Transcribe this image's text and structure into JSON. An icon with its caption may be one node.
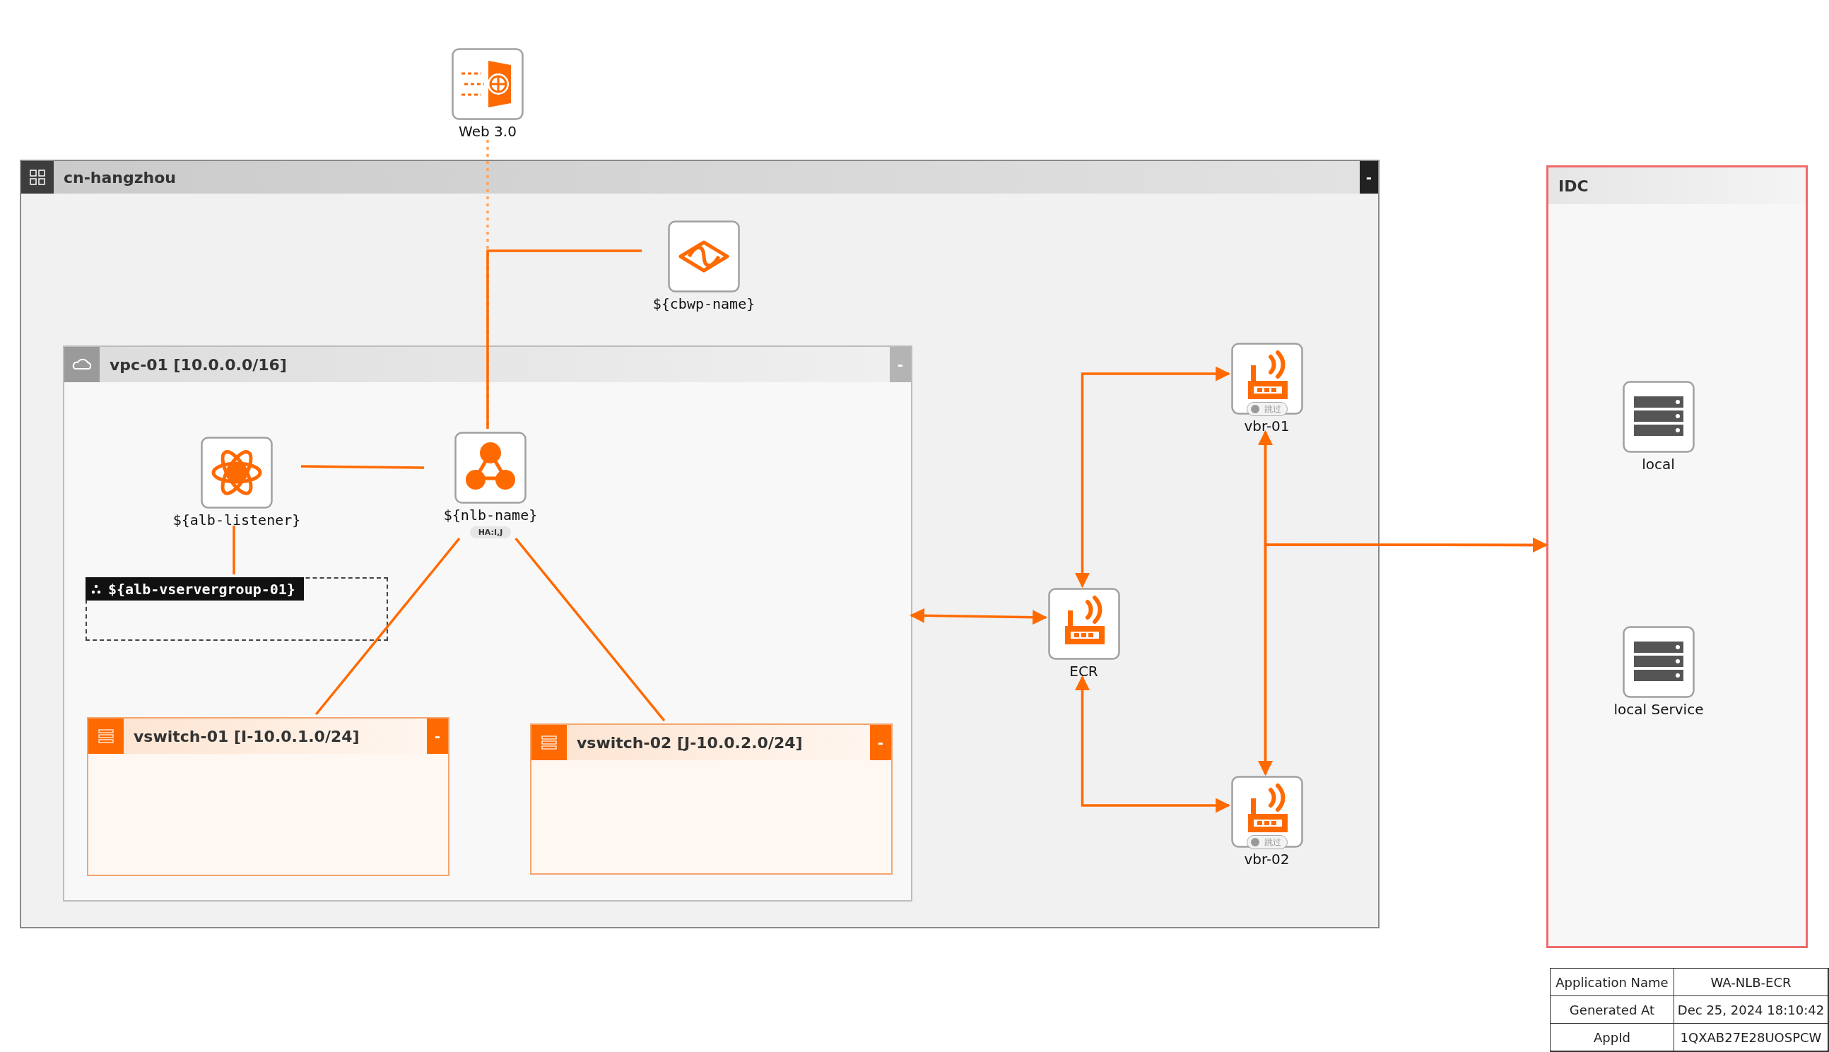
{
  "diagram": {
    "nodes": [
      {
        "text": [
          "Web 3.0"
        ]
      },
      {
        "text": [
          "cn-hangzhou"
        ]
      },
      {
        "text": [
          "${cbwp-name}"
        ],
        "in": 1
      },
      {
        "text": [
          "vpc-01 [10.0.0.0/16]"
        ],
        "in": 1
      },
      {
        "text": [
          "${alb-listener}"
        ],
        "in": 3
      },
      {
        "text": [
          "${nlb-name}"
        ],
        "in": 3,
        "beside": [
          "HA:I,J"
        ]
      },
      {
        "text": [
          "${alb-vservergroup-01}"
        ],
        "in": 3
      },
      {
        "text": [
          "vswitch-01 [I-10.0.1.0/24]"
        ],
        "in": 3
      },
      {
        "text": [
          "vswitch-02 [J-10.0.2.0/24]"
        ],
        "in": 3
      },
      {
        "text": [
          "ECR"
        ],
        "in": 1
      },
      {
        "text": [
          "跳过",
          "vbr-01"
        ],
        "in": 1
      },
      {
        "text": [
          "跳过",
          "vbr-02"
        ],
        "in": 1
      },
      {
        "text": [
          "IDC"
        ]
      },
      {
        "text": [
          "local"
        ],
        "in": 12
      },
      {
        "text": [
          "local Service"
        ],
        "in": 12
      }
    ],
    "edges": [
      {
        "from": 0,
        "to": 5,
        "arrow": "none",
        "style": "dashed",
        "color": "#ffa45c"
      },
      {
        "from": 2,
        "to": 5,
        "arrow": "none"
      },
      {
        "from": 4,
        "to": 5,
        "arrow": "none"
      },
      {
        "from": 4,
        "to": 6,
        "arrow": "none"
      },
      {
        "from": 5,
        "to": 7,
        "arrow": "none"
      },
      {
        "from": 5,
        "to": 8,
        "arrow": "none"
      },
      {
        "from": 3,
        "to": 9,
        "arrow": "both"
      },
      {
        "from": 9,
        "to": 10,
        "arrow": "both"
      },
      {
        "from": 9,
        "to": 11,
        "arrow": "both"
      },
      {
        "from": 10,
        "to": 11,
        "arrow": "both"
      },
      {
        "from": 10,
        "to": 12,
        "arrow": "to"
      },
      {
        "from": 11,
        "to": 12,
        "arrow": "to"
      }
    ],
    "labels": [
      "-",
      "-",
      "-",
      "-",
      "Application Name",
      "WA-NLB-ECR",
      "Generated At",
      "Dec 25, 2024 18:10:42",
      "AppId",
      "1QXAB27E28UOSPCW"
    ]
  }
}
